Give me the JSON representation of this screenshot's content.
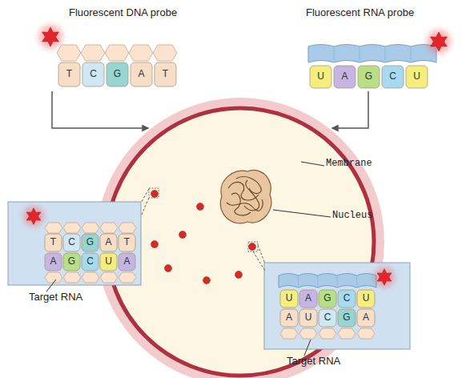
{
  "diagram": {
    "nodes": [
      {
        "text": [
          "Fluorescent DNA probe",
          "T",
          "C",
          "G",
          "A",
          "T"
        ]
      },
      {
        "text": [
          "Fluorescent RNA probe",
          "U",
          "A",
          "G",
          "C",
          "U"
        ]
      },
      {
        "text": [
          "Membrane"
        ]
      },
      {
        "text": [
          "Nucleus"
        ],
        "in": 2
      },
      {
        "text": [
          "T",
          "C",
          "G",
          "A",
          "T",
          "A",
          "G",
          "C",
          "U",
          "A",
          "Target RNA"
        ]
      },
      {
        "text": [
          "U",
          "A",
          "G",
          "C",
          "U",
          "A",
          "U",
          "C",
          "G",
          "A",
          "Target RNA"
        ]
      }
    ],
    "edges": [
      {
        "from": 0,
        "to": 2,
        "arrow": "to"
      },
      {
        "from": 1,
        "to": 2,
        "arrow": "to"
      }
    ]
  }
}
